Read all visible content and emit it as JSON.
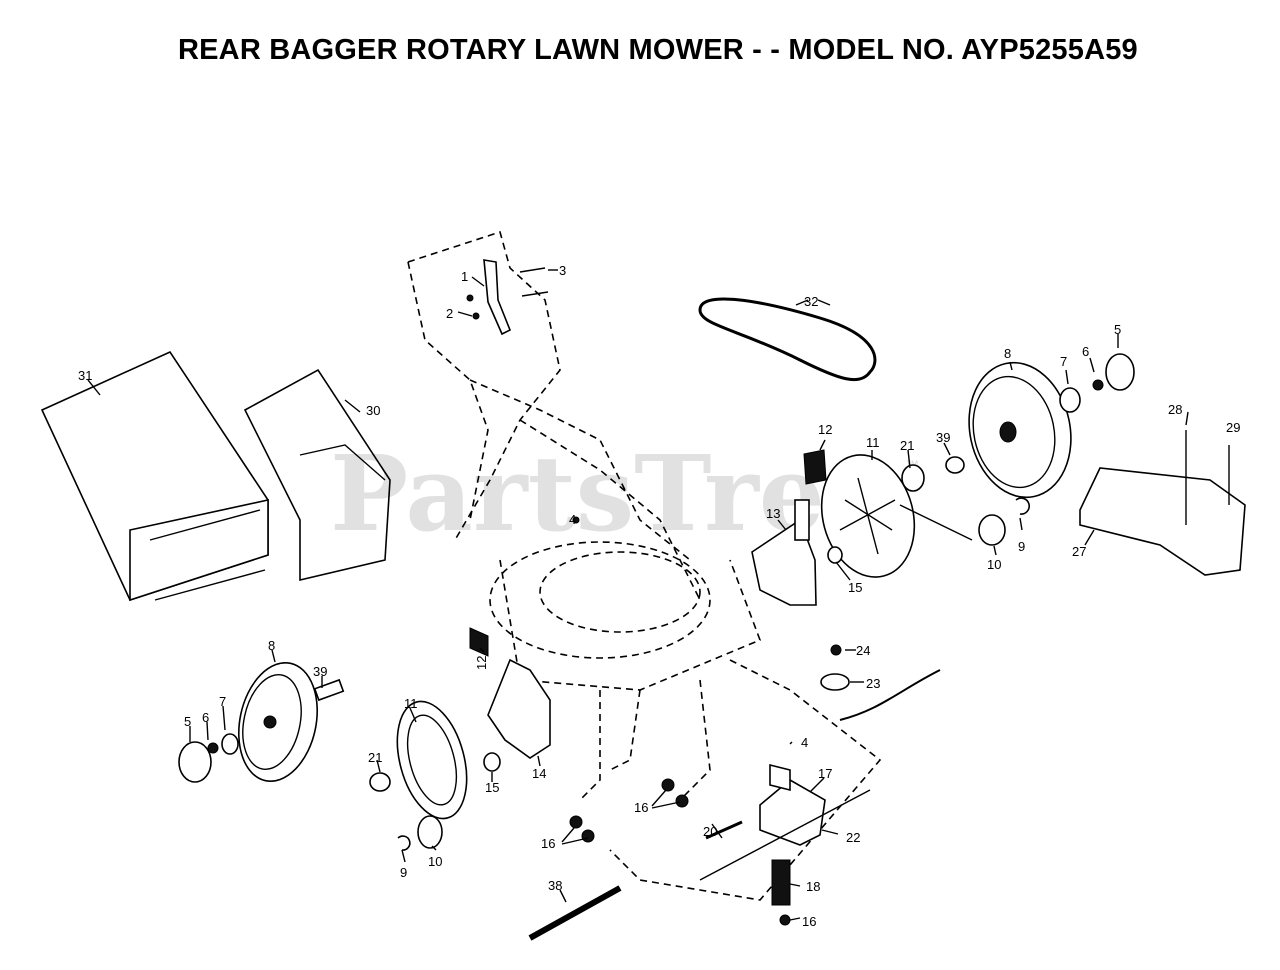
{
  "title": "REAR BAGGER ROTARY LAWN MOWER - - MODEL NO. AYP5255A59",
  "watermark": "PartsTree",
  "watermark_mark": "™",
  "callouts": [
    {
      "id": "c1",
      "text": "1"
    },
    {
      "id": "c2",
      "text": "2"
    },
    {
      "id": "c3",
      "text": "3"
    },
    {
      "id": "c4a",
      "text": "4"
    },
    {
      "id": "c4b",
      "text": "4"
    },
    {
      "id": "c5a",
      "text": "5"
    },
    {
      "id": "c5b",
      "text": "5"
    },
    {
      "id": "c6a",
      "text": "6"
    },
    {
      "id": "c6b",
      "text": "6"
    },
    {
      "id": "c7a",
      "text": "7"
    },
    {
      "id": "c7b",
      "text": "7"
    },
    {
      "id": "c8a",
      "text": "8"
    },
    {
      "id": "c8b",
      "text": "8"
    },
    {
      "id": "c9a",
      "text": "9"
    },
    {
      "id": "c9b",
      "text": "9"
    },
    {
      "id": "c10a",
      "text": "10"
    },
    {
      "id": "c10b",
      "text": "10"
    },
    {
      "id": "c11a",
      "text": "11"
    },
    {
      "id": "c11b",
      "text": "11"
    },
    {
      "id": "c12a",
      "text": "12"
    },
    {
      "id": "c12b",
      "text": "12"
    },
    {
      "id": "c13",
      "text": "13"
    },
    {
      "id": "c14",
      "text": "14"
    },
    {
      "id": "c15a",
      "text": "15"
    },
    {
      "id": "c15b",
      "text": "15"
    },
    {
      "id": "c16a",
      "text": "16"
    },
    {
      "id": "c16b",
      "text": "16"
    },
    {
      "id": "c16c",
      "text": "16"
    },
    {
      "id": "c17",
      "text": "17"
    },
    {
      "id": "c18",
      "text": "18"
    },
    {
      "id": "c20",
      "text": "20"
    },
    {
      "id": "c21a",
      "text": "21"
    },
    {
      "id": "c21b",
      "text": "21"
    },
    {
      "id": "c22",
      "text": "22"
    },
    {
      "id": "c23",
      "text": "23"
    },
    {
      "id": "c24",
      "text": "24"
    },
    {
      "id": "c27",
      "text": "27"
    },
    {
      "id": "c28",
      "text": "28"
    },
    {
      "id": "c29",
      "text": "29"
    },
    {
      "id": "c30",
      "text": "30"
    },
    {
      "id": "c31",
      "text": "31"
    },
    {
      "id": "c32",
      "text": "32"
    },
    {
      "id": "c38",
      "text": "38"
    },
    {
      "id": "c39a",
      "text": "39"
    },
    {
      "id": "c39b",
      "text": "39"
    }
  ]
}
